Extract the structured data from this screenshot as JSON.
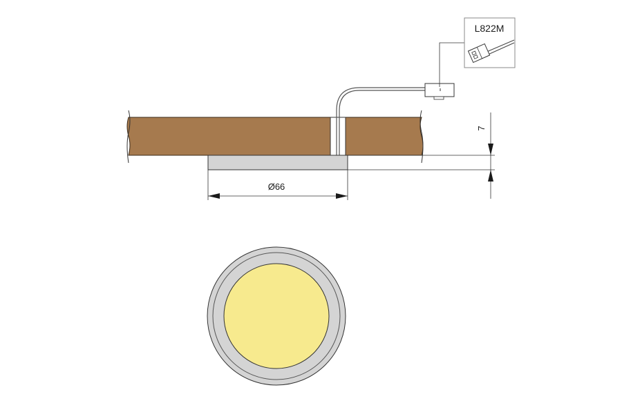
{
  "labels": {
    "connector_code": "L822M",
    "diameter": "Ø66",
    "height": "7"
  },
  "colors": {
    "wood": "#a67a4e",
    "wood_edge": "#3a2a1a",
    "bezel": "#d4d4d4",
    "light": "#f7ea8e",
    "line": "#333333"
  }
}
